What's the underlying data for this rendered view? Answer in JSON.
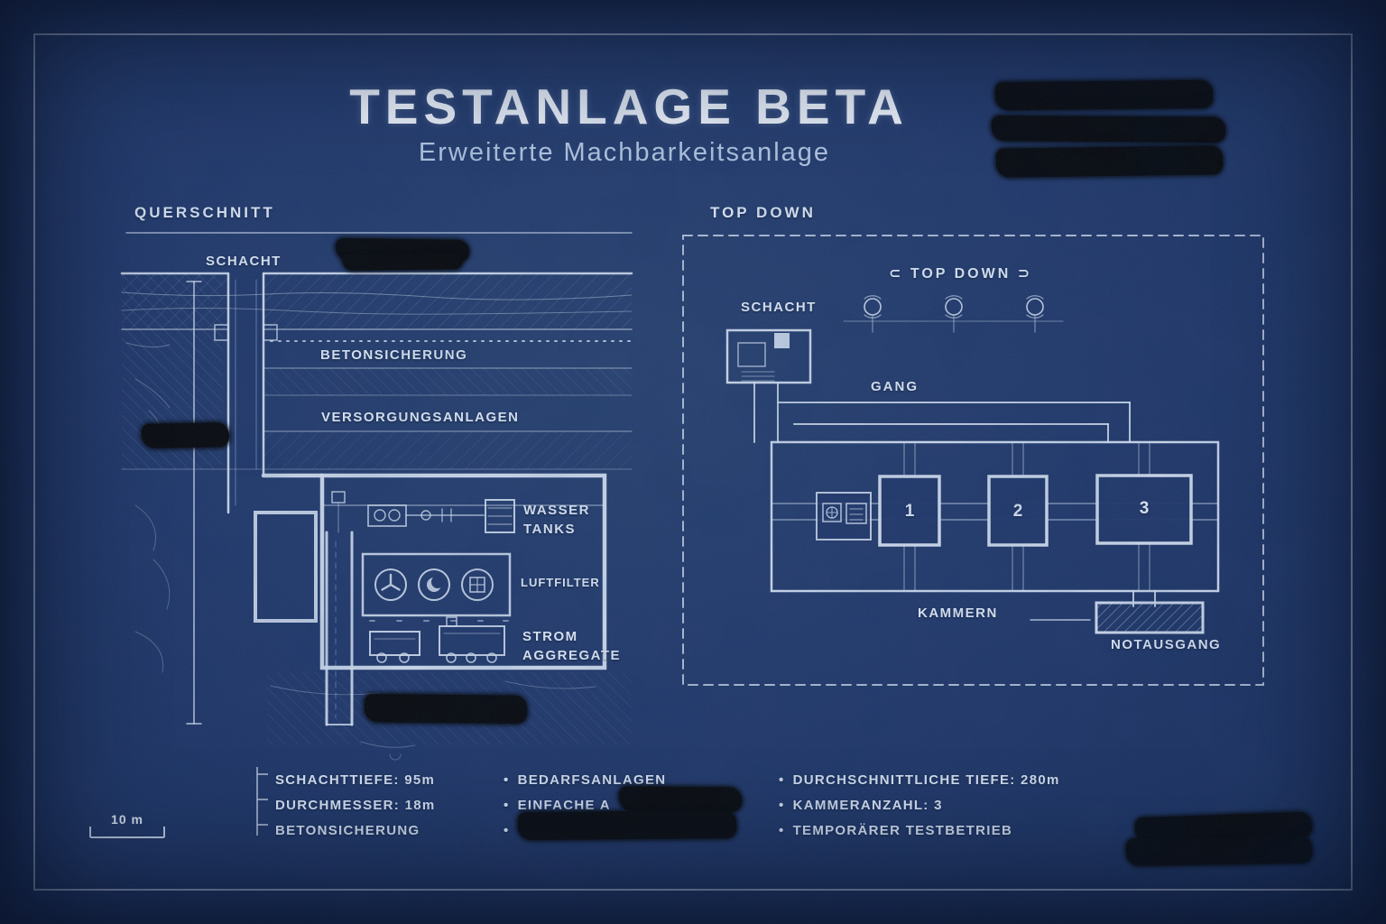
{
  "title": "TESTANLAGE BETA",
  "subtitle": "Erweiterte Machbarkeitsanlage",
  "colors": {
    "background": "#21386a",
    "line": "#d2deef",
    "redaction": "#07090d"
  },
  "cross_section": {
    "heading": "QUERSCHNITT",
    "labels": {
      "schacht": "SCHACHT",
      "betonsicherung": "BETONSICHERUNG",
      "versorgungsanlagen": "VERSORGUNGSANLAGEN",
      "wasser_line1": "WASSER",
      "wasser_line2": "TANKS",
      "luftfilter": "LUFTFILTER",
      "strom_line1": "STROM",
      "strom_line2": "AGGREGATE"
    }
  },
  "top_down": {
    "heading": "TOP DOWN",
    "inner_title": "TOP DOWN",
    "bracket_left": "⊂",
    "bracket_right": "⊃",
    "labels": {
      "schacht": "SCHACHT",
      "gang": "GANG",
      "kammern": "KAMMERN",
      "notausgang": "NOTAUSGANG"
    },
    "chambers": [
      "1",
      "2",
      "3"
    ]
  },
  "specs": {
    "bullet": "•",
    "column1": [
      "SCHACHTTIEFE: 95m",
      "DURCHMESSER: 18m",
      "BETONSICHERUNG"
    ],
    "column2": [
      "BEDARFSANLAGEN",
      "EINFACHE A",
      ""
    ],
    "column3": [
      "DURCHSCHNITTLICHE TIEFE: 280m",
      "KAMMERANZAHL: 3",
      "TEMPORÄRER TESTBETRIEB"
    ]
  },
  "scale_label": "10 m"
}
